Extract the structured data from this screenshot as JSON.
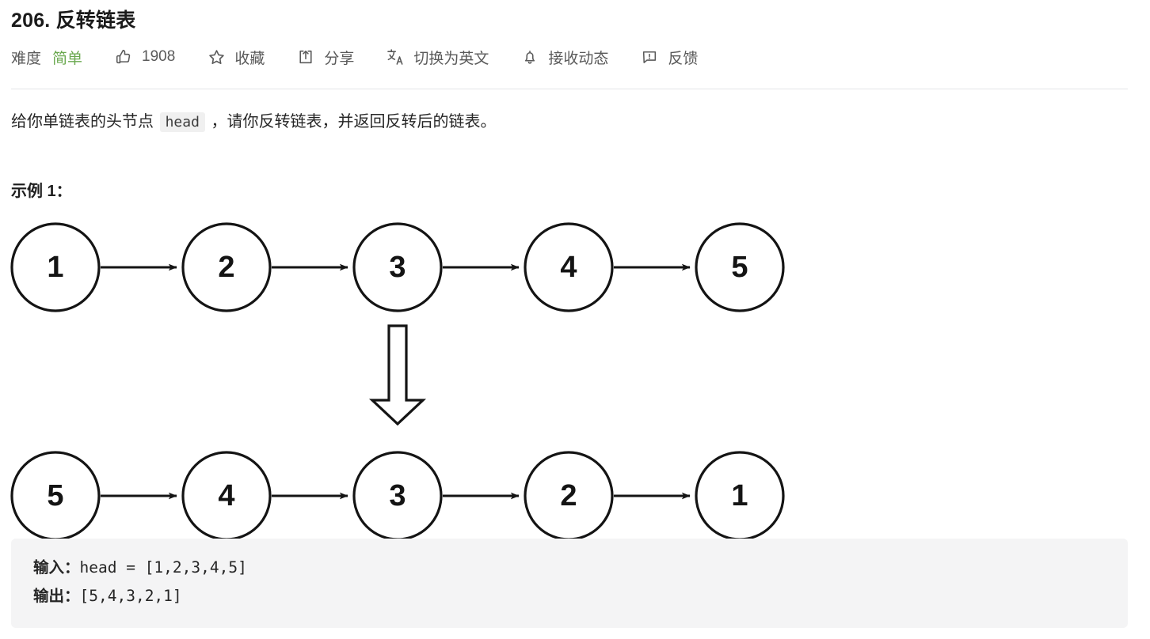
{
  "problem": {
    "title": "206. 反转链表",
    "difficulty_label": "难度",
    "difficulty_value": "简单",
    "difficulty_color": "#6aa84f"
  },
  "toolbar": {
    "items": [
      {
        "icon": "thumbs-up-icon",
        "label": "1908"
      },
      {
        "icon": "star-icon",
        "label": "收藏"
      },
      {
        "icon": "share-icon",
        "label": "分享"
      },
      {
        "icon": "translate-icon",
        "label": "切换为英文"
      },
      {
        "icon": "bell-icon",
        "label": "接收动态"
      },
      {
        "icon": "feedback-icon",
        "label": "反馈"
      }
    ],
    "like_count": "1908",
    "favorite_label": "收藏",
    "share_label": "分享",
    "translate_label": "切换为英文",
    "subscribe_label": "接收动态",
    "feedback_label": "反馈"
  },
  "description": {
    "before_code": "给你单链表的头节点 ",
    "code": "head",
    "after_code": " ，请你反转链表，并返回反转后的链表。"
  },
  "example": {
    "heading": "示例 1：",
    "input_label": "输入：",
    "input_value": "head = [1,2,3,4,5]",
    "output_label": "输出：",
    "output_value": "[5,4,3,2,1]"
  },
  "diagram": {
    "top_row": [
      "1",
      "2",
      "3",
      "4",
      "5"
    ],
    "bottom_row": [
      "5",
      "4",
      "3",
      "2",
      "1"
    ],
    "node_stroke": "#141414",
    "arrow_color": "#141414",
    "transform_arrow": "down-arrow"
  }
}
